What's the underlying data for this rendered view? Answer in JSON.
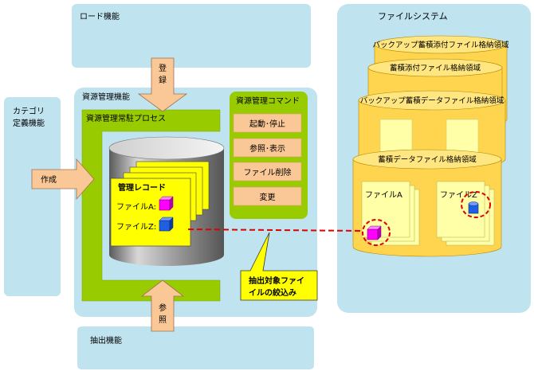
{
  "boxes": {
    "load": "ロード機能",
    "category_line1": "カテゴリ",
    "category_line2": "定義機能",
    "resource_mgmt": "資源管理機能",
    "extract": "抽出機能",
    "filesystem": "ファイルシステム"
  },
  "resident_process": "資源管理常駐プロセス",
  "commands": {
    "title": "資源管理コマンド",
    "items": [
      "起動･停止",
      "参照･表示",
      "ファイル削除",
      "変更"
    ]
  },
  "arrows": {
    "register_chars": [
      "登",
      "録"
    ],
    "create": "作成",
    "reference_chars": [
      "参",
      "照"
    ]
  },
  "record": {
    "title": "管理レコード",
    "file_a": "ファイルA:",
    "file_z": "ファイルZ:"
  },
  "callout": {
    "line1": "抽出対象ファイ",
    "line2": "イルの絞込み"
  },
  "storage": {
    "backup_attach": "バックアップ蓄積添付ファイル格納領域",
    "attach": "蓄積添付ファイル格納領域",
    "backup_data": "バックアップ蓄積データファイル格納領域",
    "data": "蓄積データファイル格納領域",
    "file_a": "ファイルA",
    "file_z": "ファイルZ"
  },
  "colors": {
    "box_blue": "#BFE3EF",
    "green": "#99CC00",
    "arrow": "#FAC896",
    "cyl_yellow": "#FFD54F",
    "file_yellow": "#FFFFA8",
    "magenta": "#FF00FF",
    "blue_cube": "#1F5FE0",
    "dashed_red": "#E00000"
  }
}
